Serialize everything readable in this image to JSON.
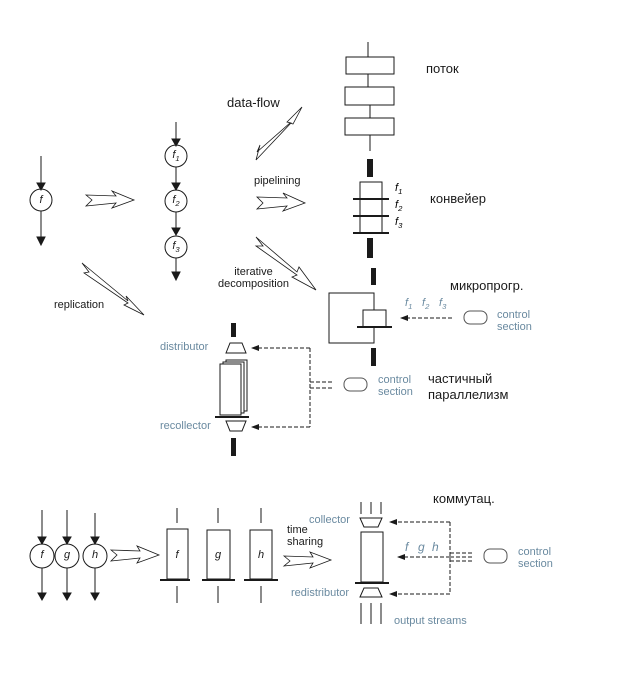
{
  "labels": {
    "data_flow": "data-flow",
    "pipelining": "pipelining",
    "iterative": "iterative",
    "decomposition": "decomposition",
    "replication": "replication",
    "time": "time",
    "sharing": "sharing",
    "distributor": "distributor",
    "recollector": "recollector",
    "collector": "collector",
    "redistributor": "redistributor",
    "output_streams": "output streams",
    "control": "control",
    "section": "section"
  },
  "russian_labels": {
    "flow": "поток",
    "pipeline": "конвейер",
    "microprog": "микропрогр.",
    "partial_parallelism_1": "частичный",
    "partial_parallelism_2": "параллелизм",
    "switching": "коммутац."
  },
  "nodes": {
    "single": "f",
    "chain": [
      "f1",
      "f2",
      "f3"
    ],
    "parallel": [
      "f",
      "g",
      "h"
    ],
    "boxes": [
      "f",
      "g",
      "h"
    ]
  },
  "function_labels": {
    "pipeline_stages": [
      "f1",
      "f2",
      "f3"
    ],
    "micro_sequence": [
      "f1",
      "f2",
      "f3"
    ],
    "switch_sequence": [
      "f",
      "g",
      "h"
    ]
  },
  "colors": {
    "line": "#1a1a1a",
    "annotation_blue": "#6a8aa0"
  }
}
